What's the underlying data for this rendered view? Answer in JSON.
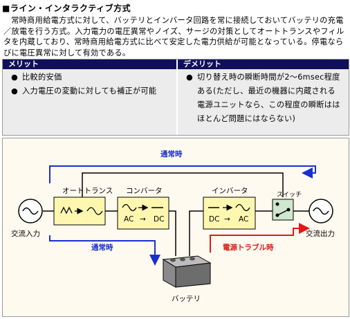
{
  "title": "■ライン・インタラクティブ方式",
  "description": "常時商用給電方式に対して、バッテリとインバータ回路を常に接続しておいてバッテリの充電／放電を行う方式。入力電力の電圧異常やノイズ、サージの対策としてオートトランスやフィルタを内蔵しており、常時商用給電方式に比べて安定した電力供給が可能となっている。停電ならびに電圧異常に対して有効である。",
  "merits": {
    "heading": "メリット",
    "items": [
      "比較的安価",
      "入力電圧の変動に対しても補正が可能"
    ]
  },
  "demerits": {
    "heading": "デメリット",
    "items": [
      "切り替え時の瞬断時間が2～6msec程度ある(ただし、最近の機器に内蔵される電源ユニットなら、この程度の瞬断ははほとんど問題にはならない)"
    ]
  },
  "diagram": {
    "label_normal_top": "通常時",
    "label_normal_bottom": "通常時",
    "label_trouble": "電源トラブル時",
    "ac_input": "交流入力",
    "ac_output": "交流出力",
    "autotrans": "オートトランス",
    "converter": "コンバータ",
    "converter_ac": "AC",
    "converter_dc": "DC",
    "inverter": "インバータ",
    "inverter_dc": "DC",
    "inverter_ac": "AC",
    "switch": "スイッチ",
    "battery": "バッテリ",
    "arrow_glyph": "→",
    "colors": {
      "normal_path": "#1a2fd0",
      "trouble_path": "#e01818",
      "box_fill": "#fff7b0",
      "switch_fill": "#cfe6cf",
      "battery_fill": "#6d6d6d"
    }
  }
}
